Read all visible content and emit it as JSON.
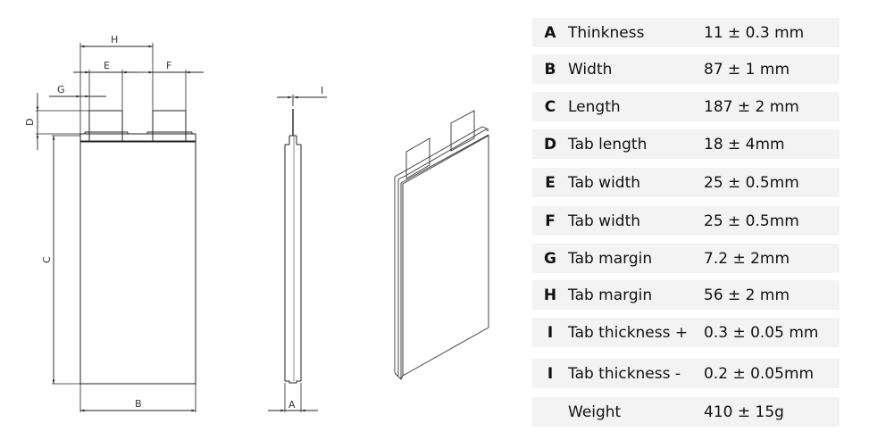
{
  "drawing": {
    "front_view": {
      "labels": {
        "H": "H",
        "E": "E",
        "F": "F",
        "G": "G",
        "D": "D",
        "C": "C",
        "B": "B"
      }
    },
    "side_view": {
      "labels": {
        "I": "I",
        "A": "A"
      }
    },
    "iso_view": {}
  },
  "spec_table": {
    "rows": [
      {
        "key": "A",
        "name": "Thinkness",
        "value": "11 ± 0.3 mm"
      },
      {
        "key": "B",
        "name": "Width",
        "value": "87 ± 1 mm"
      },
      {
        "key": "C",
        "name": "Length",
        "value": "187 ± 2 mm"
      },
      {
        "key": "D",
        "name": "Tab length",
        "value": "18 ± 4mm"
      },
      {
        "key": "E",
        "name": "Tab width",
        "value": "25 ± 0.5mm"
      },
      {
        "key": "F",
        "name": "Tab width",
        "value": "25 ± 0.5mm"
      },
      {
        "key": "G",
        "name": "Tab margin",
        "value": "7.2 ± 2mm"
      },
      {
        "key": "H",
        "name": "Tab margin",
        "value": "56 ± 2 mm"
      },
      {
        "key": "I",
        "name": "Tab thickness +",
        "value": "0.3 ± 0.05 mm"
      },
      {
        "key": "I",
        "name": "Tab thickness -",
        "value": "0.2 ± 0.05mm"
      },
      {
        "key": "",
        "name": "Weight",
        "value": "410 ± 15g"
      }
    ]
  },
  "colors": {
    "row_background": "#f3f3f3",
    "line": "#222222",
    "text": "#111111"
  }
}
